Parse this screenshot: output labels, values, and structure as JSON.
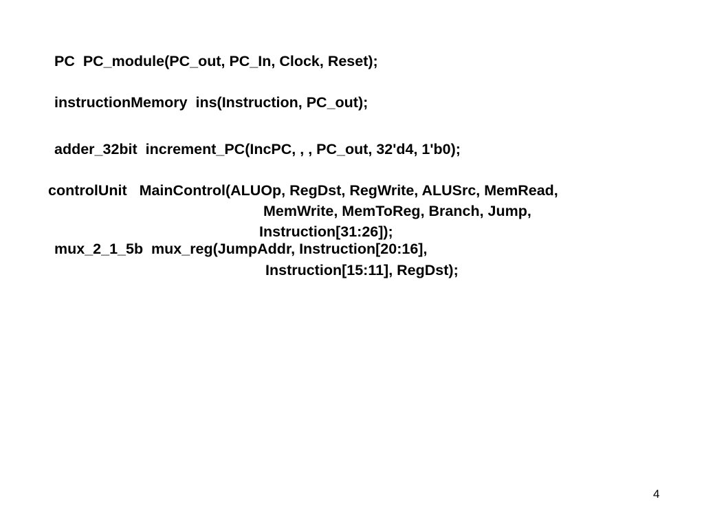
{
  "slide": {
    "lines": [
      "PC  PC_module(PC_out, PC_In, Clock, Reset);",
      "instructionMemory  ins(Instruction, PC_out);",
      "adder_32bit  increment_PC(IncPC, , , PC_out, 32'd4, 1'b0);",
      "controlUnit   MainControl(ALUOp, RegDst, RegWrite, ALUSrc, MemRead,",
      "MemWrite, MemToReg, Branch, Jump,",
      "Instruction[31:26]);",
      "mux_2_1_5b  mux_reg(JumpAddr, Instruction[20:16],",
      "Instruction[15:11], RegDst);"
    ],
    "page_number": "4"
  }
}
